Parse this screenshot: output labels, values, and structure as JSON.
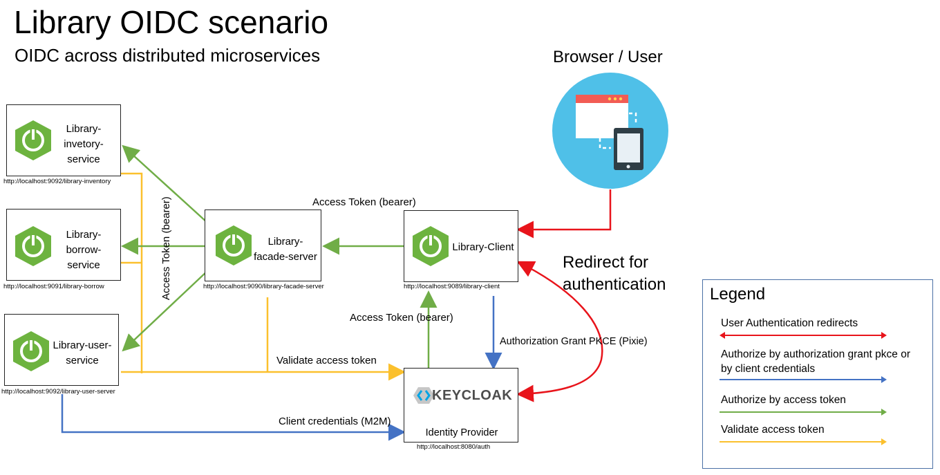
{
  "title": "Library OIDC scenario",
  "subtitle": "OIDC across distributed microservices",
  "browser_label": "Browser / User",
  "services": {
    "inventory": {
      "label": "Library-\ninvetory-\nservice",
      "url": "http://localhost:9092/library-inventory"
    },
    "borrow": {
      "label": "Library-\nborrow-\nservice",
      "url": "http://localhost:9091/library-borrow"
    },
    "user": {
      "label": "Library-user-\nservice",
      "url": "http://localhost:9092/library-user-server"
    },
    "facade": {
      "label": "Library-\nfacade-server",
      "url": "http://localhost:9090/library-facade-server"
    },
    "client": {
      "label": "Library-Client",
      "url": "http://localhost:9089/library-client"
    },
    "idp": {
      "logo_text": "KEYCLOAK",
      "label": "Identity Provider",
      "url": "http://localhost:8080/auth"
    }
  },
  "edge_labels": {
    "access_token_top": "Access Token (bearer)",
    "access_token_vertical": "Access Token (bearer)",
    "access_token_mid": "Access Token (bearer)",
    "validate": "Validate access token",
    "auth_grant": "Authorization Grant PKCE (Pixie)",
    "client_credentials": "Client credentials (M2M)",
    "redirect": "Redirect for\nauthentication"
  },
  "legend": {
    "title": "Legend",
    "items": [
      {
        "label": "User Authentication redirects",
        "color": "#e8141b"
      },
      {
        "label": "Authorize by authorization grant pkce or by client credentials",
        "color": "#4472c4"
      },
      {
        "label": "Authorize by access token",
        "color": "#70ad47"
      },
      {
        "label": "Validate access token",
        "color": "#fbc02d"
      }
    ]
  },
  "colors": {
    "red": "#e8141b",
    "blue": "#4472c4",
    "green": "#70ad47",
    "yellow": "#fbc02d",
    "spring": "#6db33f",
    "circle": "#4fc0e8"
  }
}
